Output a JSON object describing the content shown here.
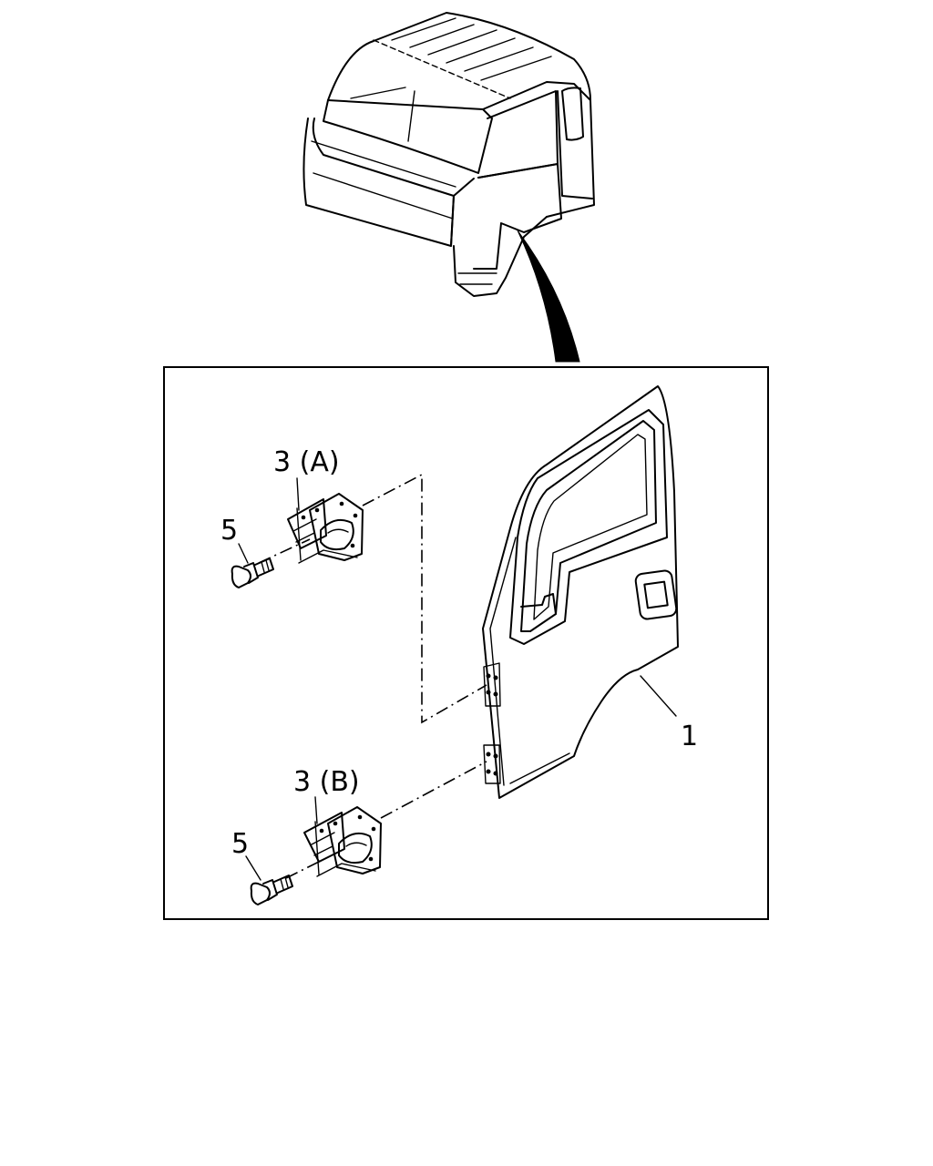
{
  "labels": {
    "door": "1",
    "hinge_upper": "3 (A)",
    "hinge_lower": "3 (B)",
    "bolt_upper": "5",
    "bolt_lower": "5"
  }
}
